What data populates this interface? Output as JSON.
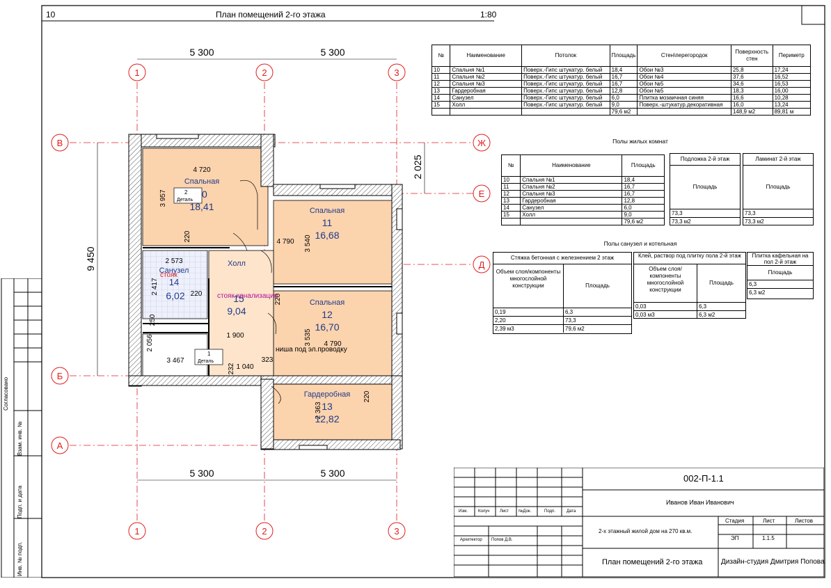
{
  "header": {
    "sheet_no": "10",
    "title": "План помещений 2-го этажа",
    "scale": "1:80"
  },
  "dimensions": {
    "top_1": "5 300",
    "top_2": "5 300",
    "bottom_1": "5 300",
    "bottom_2": "5 300",
    "left_total": "9 450",
    "right_gap": "2 025",
    "d4720": "4 720",
    "d3957": "3 957",
    "d220a": "220",
    "d4790a": "4 790",
    "d3540": "3 540",
    "d2573": "2 573",
    "d2417": "2 417",
    "d220b": "220",
    "d220c": "220",
    "d250": "250",
    "d3535": "3 535",
    "d4790b": "4 790",
    "d1900": "1 900",
    "d2056": "2 056",
    "d3467": "3 467",
    "d2363": "2 363",
    "d220d": "220",
    "d1040": "1 040",
    "d323": "323",
    "d232": "232"
  },
  "axes": {
    "cols": [
      "1",
      "2",
      "3"
    ],
    "rows": [
      "В",
      "Б",
      "А",
      "Ж",
      "Е",
      "Д"
    ]
  },
  "rooms": [
    {
      "name": "Спальная",
      "num": "10",
      "area": "18,41"
    },
    {
      "name": "Спальная",
      "num": "11",
      "area": "16,68"
    },
    {
      "name": "Спальная",
      "num": "12",
      "area": "16,70"
    },
    {
      "name": "Гардеробная",
      "num": "13",
      "area": "12,82"
    },
    {
      "name": "Санузел",
      "num": "14",
      "area": "6,02"
    },
    {
      "name": "Холл",
      "num": "15",
      "area": "9,04"
    }
  ],
  "labels": {
    "detail_word": "Деталь",
    "detail_2": "2",
    "detail_1": "1",
    "riser": "стояк",
    "riser_sewer": "стояк канализации",
    "niche": "ниша под эл.проводку"
  },
  "spec_table": {
    "headers": [
      "№",
      "Наименование",
      "Потолок",
      "Площадь",
      "Стен\\перегородок",
      "Поверхность стен",
      "Периметр"
    ],
    "rows": [
      [
        "10",
        "Спальня №1",
        "Поверх.-Гипс штукатур. белый",
        "18,4",
        "Обои №3",
        "25,8",
        "17,24"
      ],
      [
        "11",
        "Спальня №2",
        "Поверх.-Гипс штукатур. белый",
        "16,7",
        "Обои №4",
        "37,6",
        "16,52"
      ],
      [
        "12",
        "Спальня №3",
        "Поверх.-Гипс штукатур. белый",
        "16,7",
        "Обои №5",
        "34,6",
        "16,53"
      ],
      [
        "13",
        "Гардеробная",
        "Поверх.-Гипс штукатур. белый",
        "12,8",
        "Обои №5",
        "18,3",
        "16,00"
      ],
      [
        "14",
        "Санузел",
        "Поверх.-Гипс штукатур. белый",
        "6,0",
        "Плитка мозаичная синяя",
        "16,6",
        "10,28"
      ],
      [
        "15",
        "Холл",
        "Поверх.-Гипс штукатур. белый",
        "9,0",
        "Поверх.-штукатур.декоративная",
        "16,0",
        "13,24"
      ],
      [
        "",
        "",
        "",
        "79,6 м2",
        "",
        "148,9 м2",
        "89,81 м"
      ]
    ]
  },
  "floors_title": "Полы жилых комнат",
  "floors_table": {
    "headers": [
      "№",
      "Наименование",
      "Площадь"
    ],
    "rows": [
      [
        "10",
        "Спальня №1",
        "18,4"
      ],
      [
        "11",
        "Спальня №2",
        "16,7"
      ],
      [
        "12",
        "Спальня №3",
        "16,7"
      ],
      [
        "13",
        "Гардеробная",
        "12,8"
      ],
      [
        "14",
        "Санузел",
        "6,0"
      ],
      [
        "15",
        "Холл",
        "9,0"
      ],
      [
        "",
        "",
        "79,6 м2"
      ]
    ]
  },
  "underlay": {
    "title": "Подложка 2-й этаж",
    "col": "Площадь",
    "v1": "73,3",
    "v2": "73,3 м2"
  },
  "laminate": {
    "title": "Ламинат 2-й этаж",
    "col": "Площадь",
    "v1": "73,3",
    "v2": "73,3 м2"
  },
  "floors2_title": "Полы санузел и котельная",
  "screed": {
    "title": "Стяжка бетонная с железнением 2 этаж",
    "col1": "Объем слоя/компоненты многослойной конструкции",
    "col2": "Площадь",
    "rows": [
      [
        "0,19",
        "6,3"
      ],
      [
        "2,20",
        "73,3"
      ],
      [
        "2,39 м3",
        "79,6 м2"
      ]
    ]
  },
  "glue": {
    "title": "Клей, раствор под плитку пола 2-й этаж",
    "col1": "Объем слоя/компоненты многослойной конструкции",
    "col2": "Площадь",
    "rows": [
      [
        "0,03",
        "6,3"
      ],
      [
        "0,03 м3",
        "6,3 м2"
      ]
    ]
  },
  "tile": {
    "title": "Плитка кафельная на пол 2-й этаж",
    "col": "Площадь",
    "v1": "6,3",
    "v2": "6,3 м2"
  },
  "stamp": {
    "code": "002-П-1.1",
    "author": "Иванов Иван Иванович",
    "cols": [
      "Изм.",
      "Колуч",
      "Лист",
      "№Док.",
      "Подп.",
      "Дата"
    ],
    "role": "Архитектор",
    "person": "Попов Д.В.",
    "object": "2-х этажный жилой дом на 270 кв.м.",
    "stage_h": "Стадия",
    "sheet_h": "Лист",
    "sheets_h": "Листов",
    "stage": "ЭП",
    "sheet": "1.1.5",
    "drawing": "План помещений 2-го этажа",
    "studio": "Дизайн-студия Дмитрия Попова"
  },
  "side": {
    "agreed": "Согласовано",
    "inv_sub": "Взам. инв. №",
    "sign_date": "Подп. и дата",
    "inv_orig": "Инв. № подп."
  }
}
